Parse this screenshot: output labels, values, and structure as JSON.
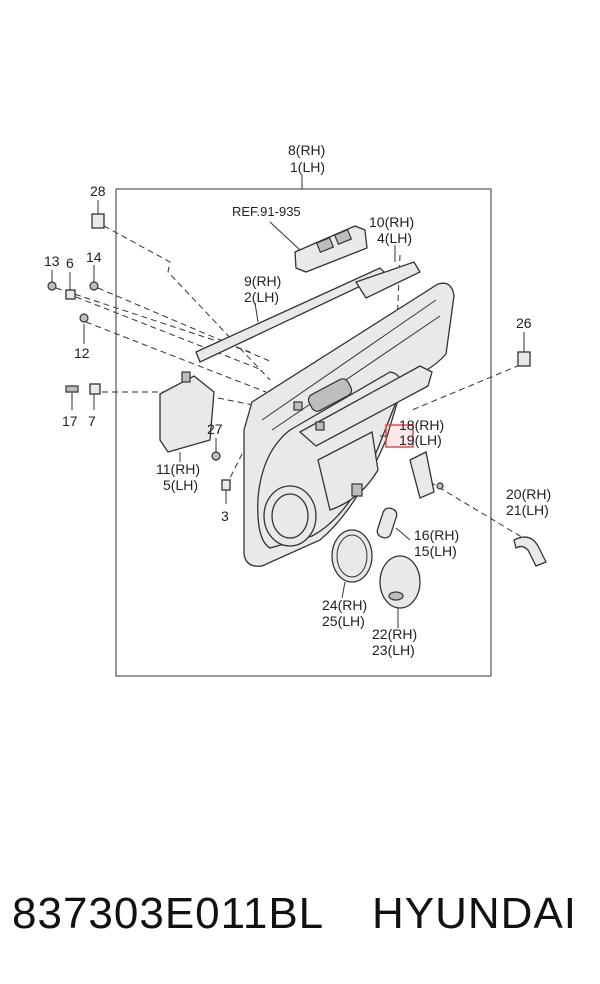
{
  "callouts": {
    "c8": "8(RH)",
    "c1": "1(LH)",
    "c28": "28",
    "ref": "REF.91-935",
    "c10": "10(RH)",
    "c4": "4(LH)",
    "c13": "13",
    "c6": "6",
    "c14": "14",
    "c9": "9(RH)",
    "c2": "2(LH)",
    "c12": "12",
    "c26": "26",
    "c17": "17",
    "c7": "7",
    "c27": "27",
    "c18": "18(RH)",
    "c19": "19(LH)",
    "c11": "11(RH)",
    "c5": "5(LH)",
    "c3": "3",
    "c20": "20(RH)",
    "c21": "21(LH)",
    "c16": "16(RH)",
    "c15": "15(LH)",
    "c24": "24(RH)",
    "c25": "25(LH)",
    "c22": "22(RH)",
    "c23": "23(LH)"
  },
  "footer": {
    "part_number": "837303E011BL",
    "brand": "HYUNDAI"
  },
  "colors": {
    "highlight": "#e24b4b",
    "line": "#333333"
  }
}
